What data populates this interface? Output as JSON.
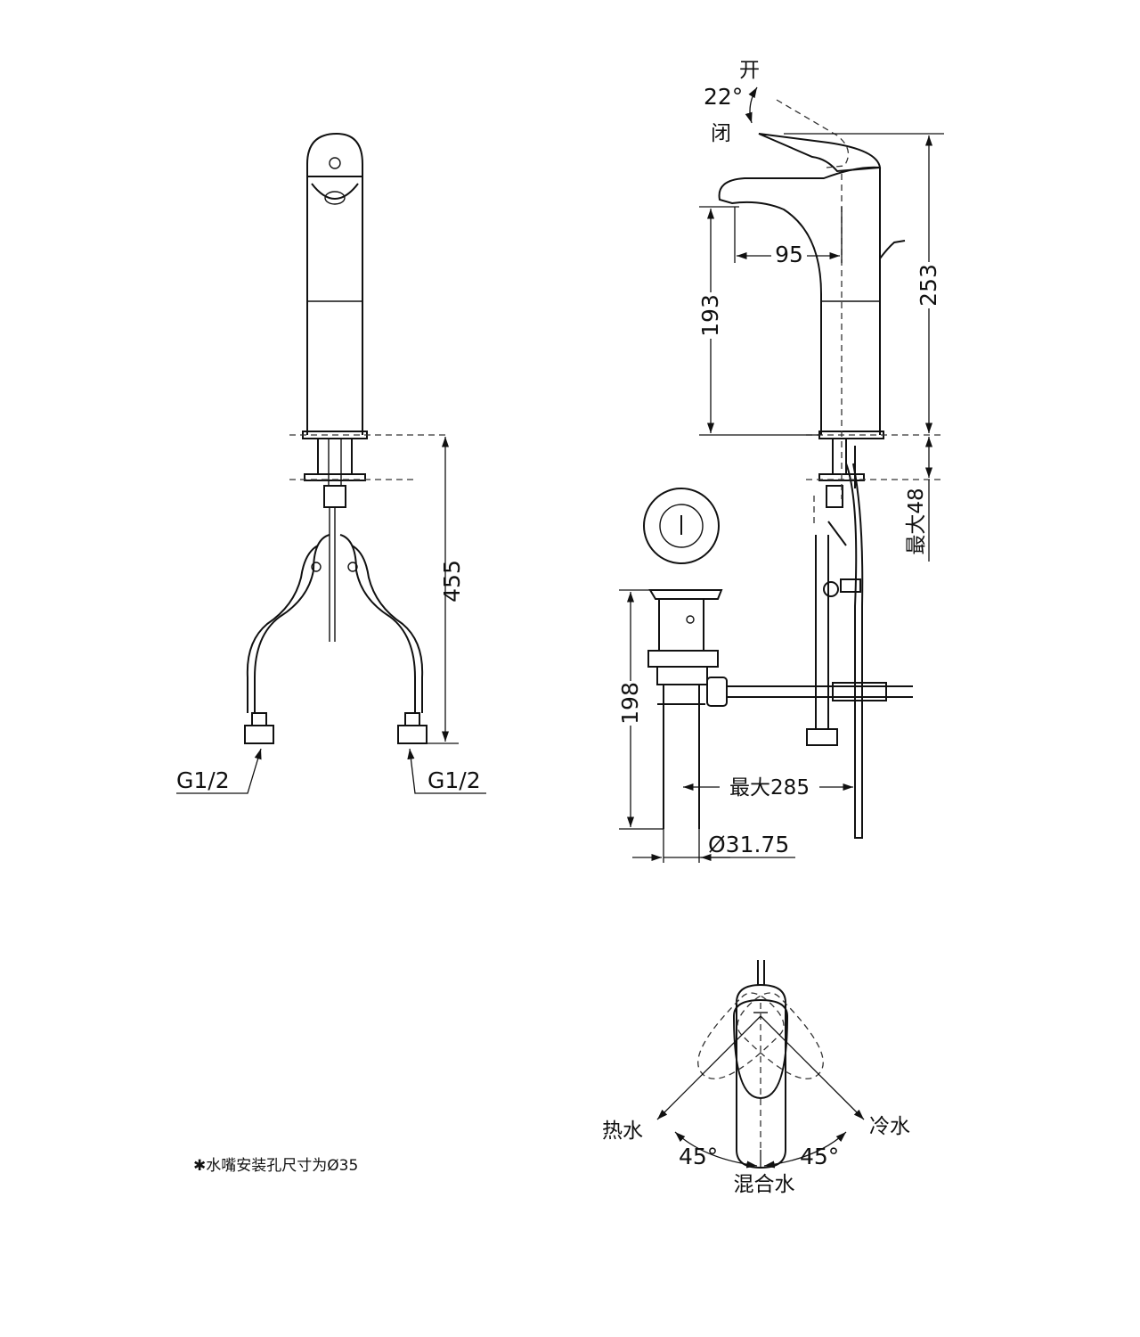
{
  "front_view": {
    "height_label": "455",
    "left_connector_label": "G1/2",
    "right_connector_label": "G1/2"
  },
  "side_view": {
    "handle_open_label": "开",
    "handle_angle_label": "22°",
    "handle_closed_label": "闭",
    "reach_label": "95",
    "spout_height_label": "193",
    "total_height_label": "253",
    "max_deck_label": "最大48"
  },
  "drain": {
    "height_label": "198",
    "max_rod_label": "最大285",
    "diameter_label": "Ø31.75"
  },
  "top_view": {
    "hot_label": "热水",
    "cold_label": "冷水",
    "left_angle_label": "45°",
    "right_angle_label": "45°",
    "mixed_label": "混合水"
  },
  "note": "✱水嘴安装孔尺寸为Ø35",
  "colors": {
    "line": "#111111",
    "background": "#ffffff"
  }
}
